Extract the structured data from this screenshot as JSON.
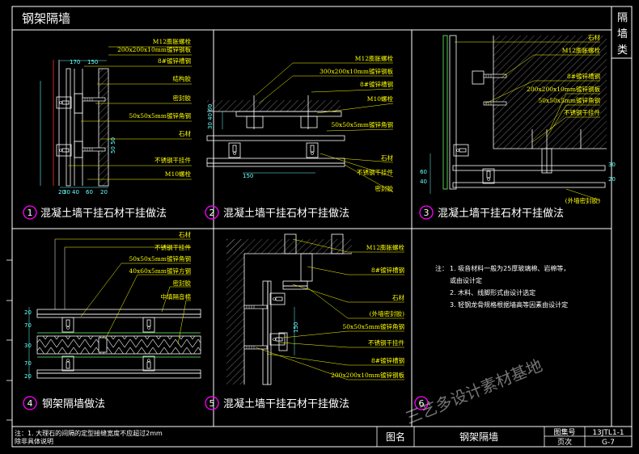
{
  "title": "钢架隔墙",
  "side_tab": [
    "隔",
    "墙",
    "类"
  ],
  "colors": {
    "frame": "#ffffff",
    "cyan": "#00ffff",
    "yellow": "#ffff00",
    "green": "#00ff00",
    "magenta": "#ff00ff",
    "red": "#ff3333",
    "bg": "#000000"
  },
  "panels": [
    {
      "number": "1",
      "caption": "混凝土墙干挂石材干挂做法",
      "labels": [
        "M12膨胀螺栓",
        "200x200x10mm镀锌钢板",
        "8#镀锌槽钢",
        "结构胶",
        "密封胶",
        "50x50x5mm镀锌角钢",
        "石材",
        "不锈钢干挂件",
        "M10螺栓"
      ],
      "dims": [
        "170",
        "150",
        "20",
        "30",
        "40",
        "60",
        "20"
      ]
    },
    {
      "number": "2",
      "caption": "混凝土墙干挂石材干挂做法",
      "labels": [
        "M12膨胀螺栓",
        "300x200x10mm镀锌钢板",
        "8#镀锌槽钢",
        "M10螺栓",
        "50x50x5mm镀锌角钢",
        "石材",
        "不锈钢干挂件",
        "密封胶"
      ],
      "dims": [
        "150"
      ]
    },
    {
      "number": "3",
      "caption": "混凝土墙干挂石材干挂做法",
      "labels": [
        "石材",
        "M12膨胀螺栓",
        "8#镀锌槽钢",
        "200x200x10mm镀锌钢板",
        "50x50x5mm镀锌角钢",
        "不锈钢干挂件",
        "(外墙密封胶)"
      ],
      "dims": [
        "60",
        "40",
        "30",
        "20"
      ]
    },
    {
      "number": "4",
      "caption": "钢架隔墙做法",
      "labels": [
        "石材",
        "不锈钢干挂件",
        "50x50x5mm镀锌角钢",
        "40x60x5mm镀锌方钢",
        "密封胶",
        "中填隔音棉"
      ],
      "dims": [
        "20",
        "70",
        "30",
        "70",
        "20"
      ]
    },
    {
      "number": "5",
      "caption": "混凝土墙干挂石材干挂做法",
      "labels": [
        "M12膨胀螺栓",
        "8#镀锌槽钢",
        "石材",
        "(外墙密封胶)",
        "50x50x5mm镀锌角钢",
        "不锈钢干挂件",
        "8#镀锌槽钢",
        "200x200x10mm镀锌钢板"
      ],
      "dims": [
        "150"
      ]
    },
    {
      "number": "6",
      "caption": ""
    }
  ],
  "notes": {
    "prefix": "注：",
    "items": [
      "1. 吸音材料一般为25厚玻璃棉、岩棉等，",
      "    或由设计定",
      "2. 木料、线脚形式由设计选定",
      "3. 轻钢龙骨规格根据墙高等因素由设计定"
    ]
  },
  "footer": {
    "note_line1": "注：1. 大理石的间隔的定型接缝宽度不应超过2mm",
    "note_line2": "    除非具体说明",
    "drawing_name_label": "图名",
    "drawing_name": "钢架隔墙",
    "atlas_label": "图集号",
    "atlas_no": "13JTL1-1",
    "page_label": "页次",
    "page_no": "G-7"
  },
  "watermark": "三艺多设计素材基地"
}
